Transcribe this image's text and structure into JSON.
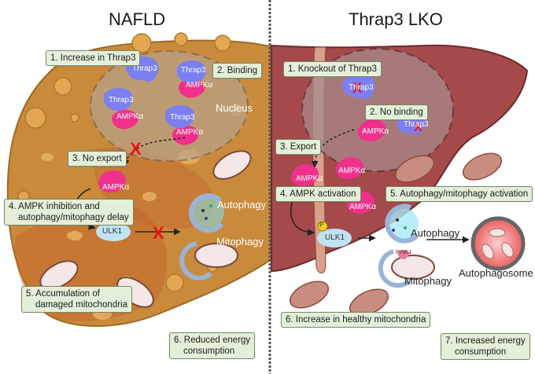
{
  "panels": {
    "left": {
      "title": "NAFLD",
      "steps": [
        {
          "label": "1. Increase in Thrap3"
        },
        {
          "label": "2. Binding"
        },
        {
          "label": "3. No export"
        },
        {
          "line1": "4. AMPK inhibition and",
          "line2": "autophagy/mitophagy delay"
        },
        {
          "line1": "5. Accumulation of",
          "line2": "damaged mitochondria"
        },
        {
          "line1": "6. Reduced energy",
          "line2": "consumption"
        }
      ],
      "labels": {
        "nucleus": "Nucleus",
        "autophagy": "Autophagy",
        "mitophagy": "Mitophagy"
      },
      "proteins": {
        "thrap3": "Thrap3",
        "ampk": "AMPKα",
        "ulk1": "ULK1"
      }
    },
    "right": {
      "title": "Thrap3 LKO",
      "steps": [
        {
          "label": "1. Knockout of Thrap3"
        },
        {
          "label": "2. No binding"
        },
        {
          "label": "3. Export"
        },
        {
          "label": "4. AMPK activation"
        },
        {
          "label": "5. Autophagy/mitophagy activation"
        },
        {
          "label": "6. Increase in healthy mitochondria"
        },
        {
          "line1": "7. Increased energy",
          "line2": "consumption"
        }
      ],
      "labels": {
        "autophagy": "Autophagy",
        "mitophagy": "Mitophagy",
        "autophagosome": "Autophagosome"
      },
      "proteins": {
        "thrap3": "Thrap3",
        "ampk": "AMPKα",
        "ulk1": "ULK1",
        "phospho": "P",
        "pink1": "PINK1"
      }
    }
  },
  "colors": {
    "nafld_liver": "#c98a3c",
    "lko_liver": "#a5494a",
    "thrap3": "#7b7ff0",
    "ampk": "#f0308c",
    "ulk1": "#bfe3f5",
    "step_box": "#e3efd9",
    "block_x": "#ee1111"
  }
}
